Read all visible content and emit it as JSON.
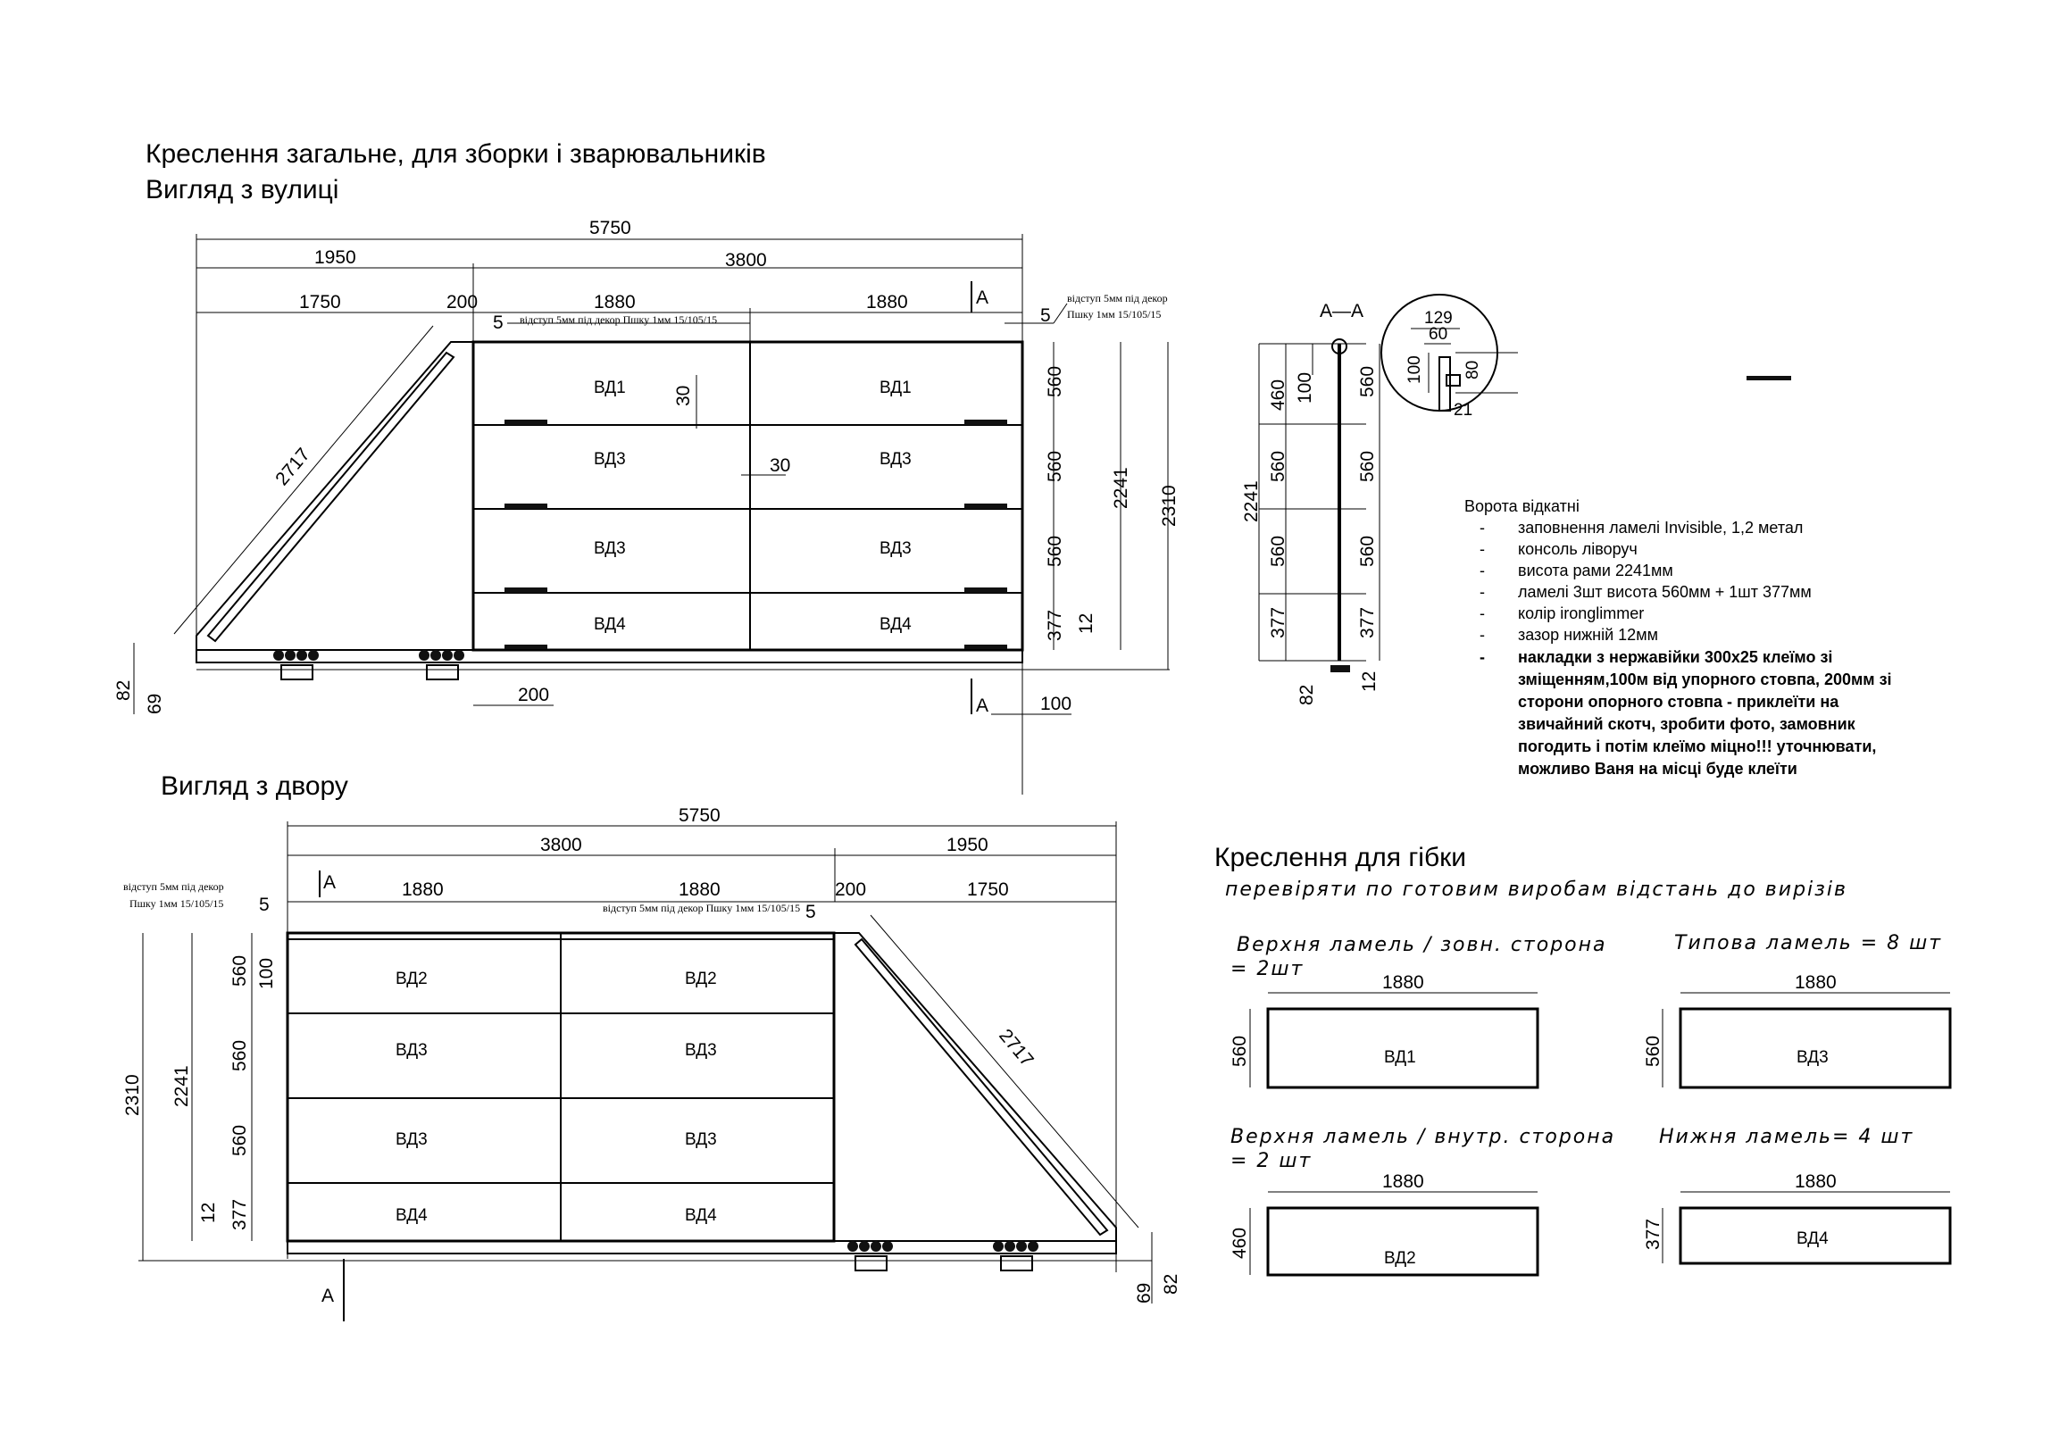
{
  "titles": {
    "main": "Креслення загальне, для зборки і зварювальників",
    "street_view": "Вигляд з вулиці",
    "yard_view": "Вигляд з двору",
    "section": "А—А",
    "bending": "Креслення для гібки",
    "bending_note": "перевіряти по готовим виробам відстань до вирізів"
  },
  "street": {
    "dims": {
      "total": "5750",
      "left": "1950",
      "right": "3800",
      "d1750": "1750",
      "d200": "200",
      "d1880a": "1880",
      "d1880b": "1880",
      "d5a": "5",
      "d5b": "5",
      "diag": "2717",
      "d30a": "30",
      "d30b": "30",
      "h560a": "560",
      "h560b": "560",
      "h560c": "560",
      "h377": "377",
      "h2241": "2241",
      "h2310": "2310",
      "h12": "12",
      "h82": "82",
      "h69": "69",
      "b200": "200",
      "b100": "100"
    },
    "offset_note": "відступ 5мм під декор Пшку 1мм 15/105/15",
    "offset_note_line1": "відступ 5мм під декор",
    "offset_note_line2": "Пшку 1мм 15/105/15",
    "cut_mark": "A",
    "panels": [
      "ВД1",
      "ВД1",
      "ВД3",
      "ВД3",
      "ВД3",
      "ВД3",
      "ВД4",
      "ВД4"
    ]
  },
  "yard": {
    "dims": {
      "total": "5750",
      "left": "3800",
      "right": "1950",
      "d1880a": "1880",
      "d1880b": "1880",
      "d200": "200",
      "d1750": "1750",
      "d5a": "5",
      "d5b": "5",
      "diag": "2717",
      "h560a": "560",
      "h100": "100",
      "h560b": "560",
      "h560c": "560",
      "h377": "377",
      "h2241": "2241",
      "h2310": "2310",
      "h12": "12",
      "h69": "69",
      "h82": "82"
    },
    "offset_note_line1": "відступ 5мм під декор",
    "offset_note_line2": "Пшку 1мм 15/105/15",
    "offset_note": "відступ 5мм під декор Пшку 1мм 15/105/15",
    "cut_mark": "A",
    "panels": [
      "ВД2",
      "ВД2",
      "ВД3",
      "ВД3",
      "ВД3",
      "ВД3",
      "ВД4",
      "ВД4"
    ]
  },
  "section": {
    "dims": {
      "h460": "460",
      "h100": "100",
      "h560r1": "560",
      "h560a": "560",
      "h560r2": "560",
      "h560b": "560",
      "h560r3": "560",
      "h377": "377",
      "h377r": "377",
      "h2241": "2241",
      "h82": "82",
      "h12": "12"
    },
    "detail": {
      "d129": "129",
      "d60": "60",
      "d100": "100",
      "d80": "80",
      "d21": "21"
    }
  },
  "notes": {
    "title": "Ворота відкатні",
    "items": [
      "заповнення ламелі Invisible, 1,2 метал",
      "консоль ліворуч",
      "висота рами 2241мм",
      "ламелі 3шт висота 560мм + 1шт 377мм",
      "колір ironglimmer",
      "зазор нижній 12мм"
    ],
    "bold_lines": [
      "накладки з нержавійки 300х25 клеїмо зі",
      "зміщенням,100м від упорного стовпа, 200мм зі",
      "сторони опорного стовпа - приклеїти на",
      "звичайний скотч, зробити фото, замовник",
      "погодить і потім клеїмо міцно!!! уточнювати,",
      "можливо Ваня на місці буде клеїти"
    ]
  },
  "bending_parts": [
    {
      "caption_1": "Верхня ламель / зовн. сторона",
      "caption_2": "= 2шт",
      "width": "1880",
      "height": "560",
      "code": "ВД1"
    },
    {
      "caption_1": "Типова ламель = 8 шт",
      "caption_2": "",
      "width": "1880",
      "height": "560",
      "code": "ВД3"
    },
    {
      "caption_1": "Верхня ламель / внутр. сторона",
      "caption_2": "= 2 шт",
      "width": "1880",
      "height": "460",
      "code": "ВД2"
    },
    {
      "caption_1": "Нижня ламель= 4 шт",
      "caption_2": "",
      "width": "1880",
      "height": "377",
      "code": "ВД4"
    }
  ]
}
